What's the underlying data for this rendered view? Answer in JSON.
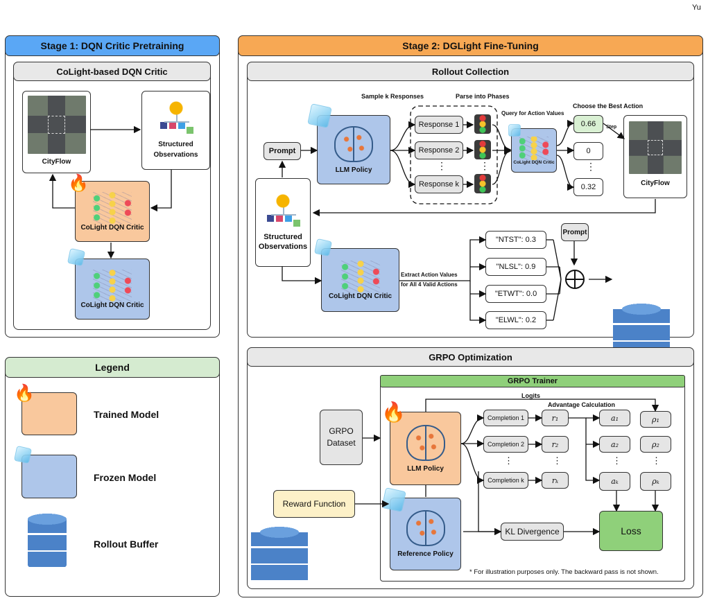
{
  "page": {
    "header_tag": "Yu"
  },
  "stage1": {
    "title": "Stage 1: DQN Critic Pretraining",
    "subtitle": "CoLight-based DQN Critic",
    "cityflow": "CityFlow",
    "observations": "Structured Observations",
    "trained_critic": "CoLight DQN Critic",
    "frozen_critic": "CoLight DQN Critic"
  },
  "legend": {
    "title": "Legend",
    "trained": "Trained Model",
    "frozen": "Frozen Model",
    "buffer": "Rollout Buffer"
  },
  "stage2": {
    "title": "Stage 2: DGLight Fine-Tuning",
    "rollout": {
      "title": "Rollout Collection",
      "prompt": "Prompt",
      "llm_policy": "LLM Policy",
      "sample_label": "Sample k Responses",
      "parse_label": "Parse into Phases",
      "responses": [
        "Response 1",
        "Response 2",
        "Response k"
      ],
      "query_label": "Query for Action Values",
      "critic": "CoLight DQN Critic",
      "choose_label": "Choose the Best Action",
      "values": [
        "0.66",
        "0",
        "0.32"
      ],
      "step_label": "Step",
      "cityflow": "CityFlow",
      "observations": "Structured Observations",
      "critic2": "CoLight DQN Critic",
      "extract_label_1": "Extract Action Values",
      "extract_label_2": "for All 4 Valid Actions",
      "actions": [
        "\"NTST\": 0.3",
        "\"NLSL\": 0.9",
        "\"ETWT\": 0.0",
        "\"ELWL\": 0.2"
      ],
      "prompt2": "Prompt",
      "dots": "⋮"
    },
    "grpo": {
      "title": "GRPO Optimization",
      "trainer": "GRPO Trainer",
      "dataset": "GRPO Dataset",
      "reward": "Reward Function",
      "llm_policy": "LLM Policy",
      "ref_policy": "Reference Policy",
      "logits_label": "Logits",
      "adv_label": "Advantage Calculation",
      "completions": [
        "Completion 1",
        "Completion 2",
        "Completion k"
      ],
      "rewards": [
        "r₁",
        "r₂",
        "rₖ"
      ],
      "advantages": [
        "a₁",
        "a₂",
        "aₖ"
      ],
      "ratios": [
        "ρ₁",
        "ρ₂",
        "ρₖ"
      ],
      "kl": "KL Divergence",
      "loss": "Loss",
      "footnote": "* For illustration purposes only. The backward pass is not shown."
    }
  },
  "colors": {
    "trained": "#f9c89d",
    "frozen": "#aec6ea",
    "stage1": "#5aa7f5",
    "stage2": "#f7a854",
    "legend": "#d5ebd0"
  },
  "icons": [
    "fire-icon",
    "ice-cube-icon",
    "brain-icon",
    "network-icon",
    "database-icon",
    "traffic-light-icon",
    "hierarchy-icon",
    "intersection-icon"
  ]
}
